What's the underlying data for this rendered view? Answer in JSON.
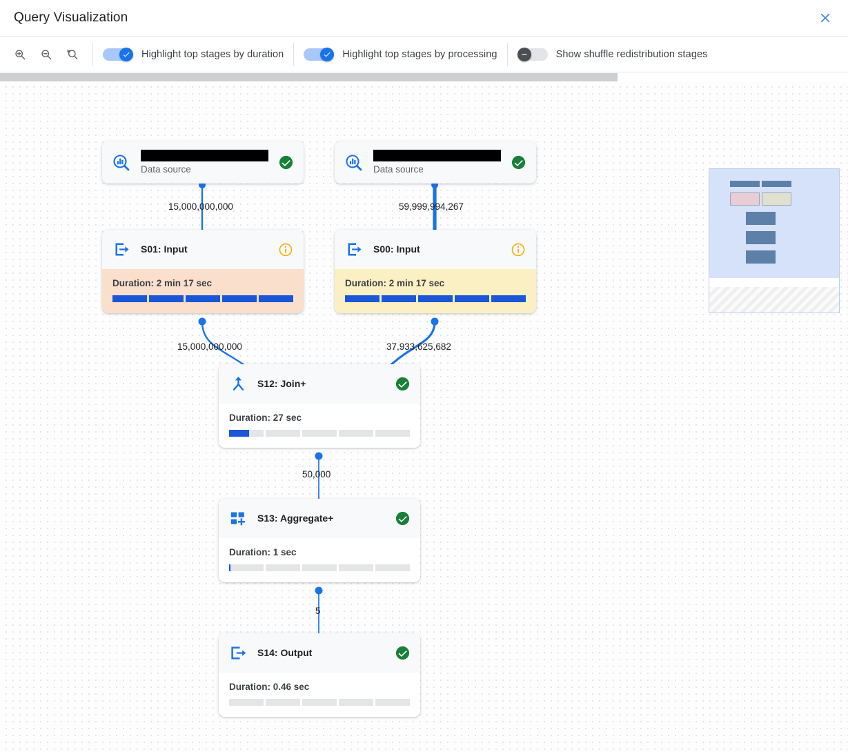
{
  "dialog": {
    "title": "Query Visualization",
    "close_icon": "close-icon"
  },
  "toolbar": {
    "zoom_in_label": "zoom-in-icon",
    "zoom_out_label": "zoom-out-icon",
    "zoom_reset_label": "zoom-reset-icon",
    "toggles": [
      {
        "label": "Highlight top stages by duration",
        "state": "on"
      },
      {
        "label": "Highlight top stages by processing",
        "state": "on"
      },
      {
        "label": "Show shuffle redistribution stages",
        "state": "off"
      }
    ]
  },
  "colors": {
    "accent": "#1a73e8",
    "duration_highlight": "#fadfcd",
    "processing_highlight": "#fbf0c4",
    "success": "#188038",
    "info": "#f9ab00",
    "edge": "#1a73e8"
  },
  "graph": {
    "nodes": [
      {
        "id": "src-left",
        "kind": "data-source",
        "icon": "bigquery-datasource-icon",
        "title": "",
        "title_redacted": true,
        "subtitle": "Data source",
        "status": "success"
      },
      {
        "id": "src-right",
        "kind": "data-source",
        "icon": "bigquery-datasource-icon",
        "title": "",
        "title_redacted": true,
        "subtitle": "Data source",
        "status": "success"
      },
      {
        "id": "S01",
        "kind": "stage",
        "icon": "input-arrow-icon",
        "title": "S01: Input",
        "status": "info",
        "duration": "Duration: 2 min 17 sec",
        "highlight": "duration",
        "progress_segments": [
          1,
          1,
          1,
          1,
          1
        ]
      },
      {
        "id": "S00",
        "kind": "stage",
        "icon": "input-arrow-icon",
        "title": "S00: Input",
        "status": "info",
        "duration": "Duration: 2 min 17 sec",
        "highlight": "processing",
        "progress_segments": [
          1,
          1,
          1,
          1,
          1
        ]
      },
      {
        "id": "S12",
        "kind": "stage",
        "icon": "join-merge-icon",
        "title": "S12: Join+",
        "status": "success",
        "duration": "Duration: 27 sec",
        "highlight": "none",
        "progress_segments": [
          0.57,
          0,
          0,
          0,
          0
        ]
      },
      {
        "id": "S13",
        "kind": "stage",
        "icon": "aggregate-plus-icon",
        "title": "S13: Aggregate+",
        "status": "success",
        "duration": "Duration: 1 sec",
        "highlight": "none",
        "progress_segments": [
          0.035,
          0,
          0,
          0,
          0
        ]
      },
      {
        "id": "S14",
        "kind": "stage",
        "icon": "output-arrow-icon",
        "title": "S14: Output",
        "status": "success",
        "duration": "Duration: 0.46 sec",
        "highlight": "none",
        "progress_segments": [
          0,
          0,
          0,
          0,
          0
        ]
      }
    ],
    "edges": [
      {
        "from": "src-left",
        "to": "S01",
        "label": "15,000,000,000"
      },
      {
        "from": "src-right",
        "to": "S00",
        "label": "59,999,994,267"
      },
      {
        "from": "S01",
        "to": "S12",
        "label": "15,000,000,000"
      },
      {
        "from": "S00",
        "to": "S12",
        "label": "37,933,625,682"
      },
      {
        "from": "S12",
        "to": "S13",
        "label": "50,000"
      },
      {
        "from": "S13",
        "to": "S14",
        "label": "5"
      }
    ]
  },
  "minimap": {
    "name": "graph-minimap"
  }
}
